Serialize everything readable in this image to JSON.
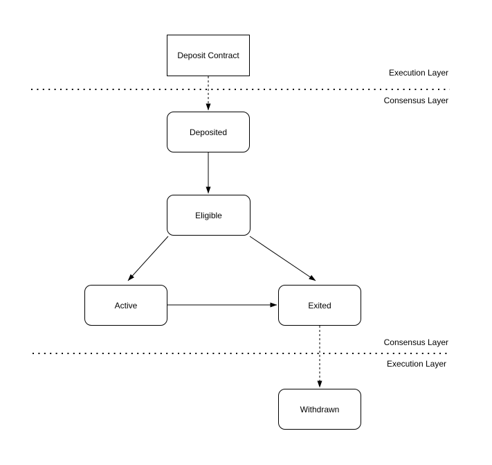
{
  "diagram": {
    "title": "validator-lifecycle-state-diagram",
    "colors": {
      "background": "#ffffff",
      "node_fill": "#ffffff",
      "node_stroke": "#000000",
      "edge_stroke": "#000000",
      "text": "#000000"
    },
    "nodes": {
      "deposit_contract": {
        "label": "Deposit Contract",
        "shape": "rectangle"
      },
      "deposited": {
        "label": "Deposited",
        "shape": "rounded-rectangle"
      },
      "eligible": {
        "label": "Eligible",
        "shape": "rounded-rectangle"
      },
      "active": {
        "label": "Active",
        "shape": "rounded-rectangle"
      },
      "exited": {
        "label": "Exited",
        "shape": "rounded-rectangle"
      },
      "withdrawn": {
        "label": "Withdrawn",
        "shape": "rounded-rectangle"
      }
    },
    "edges": [
      {
        "from": "deposit_contract",
        "to": "deposited",
        "style": "dashed",
        "arrowhead": "filled"
      },
      {
        "from": "deposited",
        "to": "eligible",
        "style": "solid",
        "arrowhead": "filled"
      },
      {
        "from": "eligible",
        "to": "active",
        "style": "solid",
        "arrowhead": "filled"
      },
      {
        "from": "eligible",
        "to": "exited",
        "style": "solid",
        "arrowhead": "filled"
      },
      {
        "from": "active",
        "to": "exited",
        "style": "solid",
        "arrowhead": "filled"
      },
      {
        "from": "exited",
        "to": "withdrawn",
        "style": "dashed",
        "arrowhead": "filled"
      }
    ],
    "boundaries": {
      "top": {
        "label_above": "Execution Layer",
        "label_below": "Consensus Layer",
        "style": "dotted"
      },
      "bottom": {
        "label_above": "Consensus Layer",
        "label_below": "Execution Layer",
        "style": "dotted"
      }
    }
  }
}
